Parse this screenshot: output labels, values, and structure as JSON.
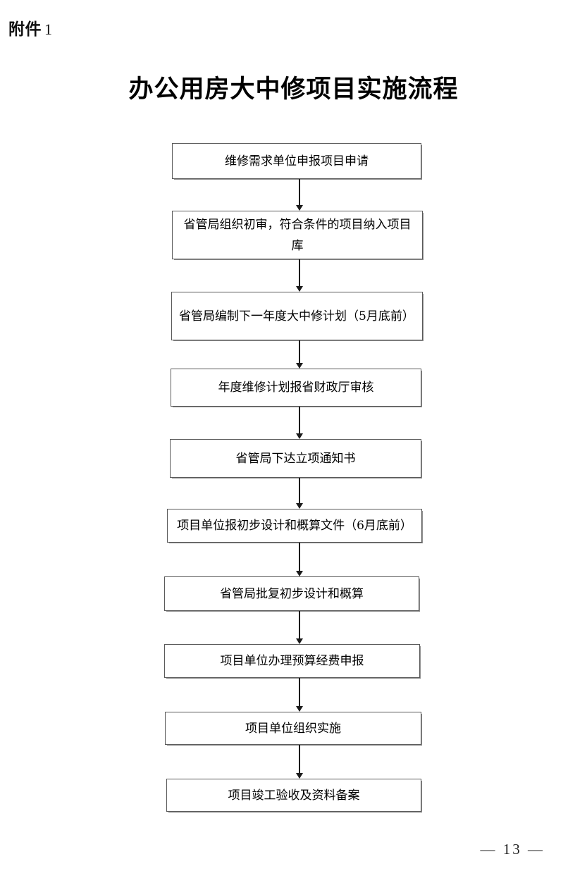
{
  "document": {
    "attachment_label": "附件",
    "attachment_number": "1",
    "title": "办公用房大中修项目实施流程",
    "page_footer": "—  13  —"
  },
  "flowchart": {
    "type": "vertical-flow",
    "orientation": "top-to-bottom",
    "node_count": 10,
    "arrow_count": 9,
    "box_border_color": "#5a5a5a",
    "box_shadow_color": "#8a8a8a",
    "arrow_color": "#1a1a1a",
    "nodes": [
      {
        "id": "step-1",
        "text": "维修需求单位申报项目申请",
        "align": "center"
      },
      {
        "id": "step-2",
        "text": "省管局组织初审，符合条件的项目纳入项目库",
        "align": "center"
      },
      {
        "id": "step-3",
        "text": "省管局编制下一年度大中修计划（5月底前）",
        "align": "left"
      },
      {
        "id": "step-4",
        "text": "年度维修计划报省财政厅审核",
        "align": "center"
      },
      {
        "id": "step-5",
        "text": "省管局下达立项通知书",
        "align": "center"
      },
      {
        "id": "step-6",
        "text": "项目单位报初步设计和概算文件（6月底前）",
        "align": "center"
      },
      {
        "id": "step-7",
        "text": "省管局批复初步设计和概算",
        "align": "center"
      },
      {
        "id": "step-8",
        "text": "项目单位办理预算经费申报",
        "align": "center"
      },
      {
        "id": "step-9",
        "text": "项目单位组织实施",
        "align": "center"
      },
      {
        "id": "step-10",
        "text": "项目竣工验收及资料备案",
        "align": "center"
      }
    ]
  }
}
